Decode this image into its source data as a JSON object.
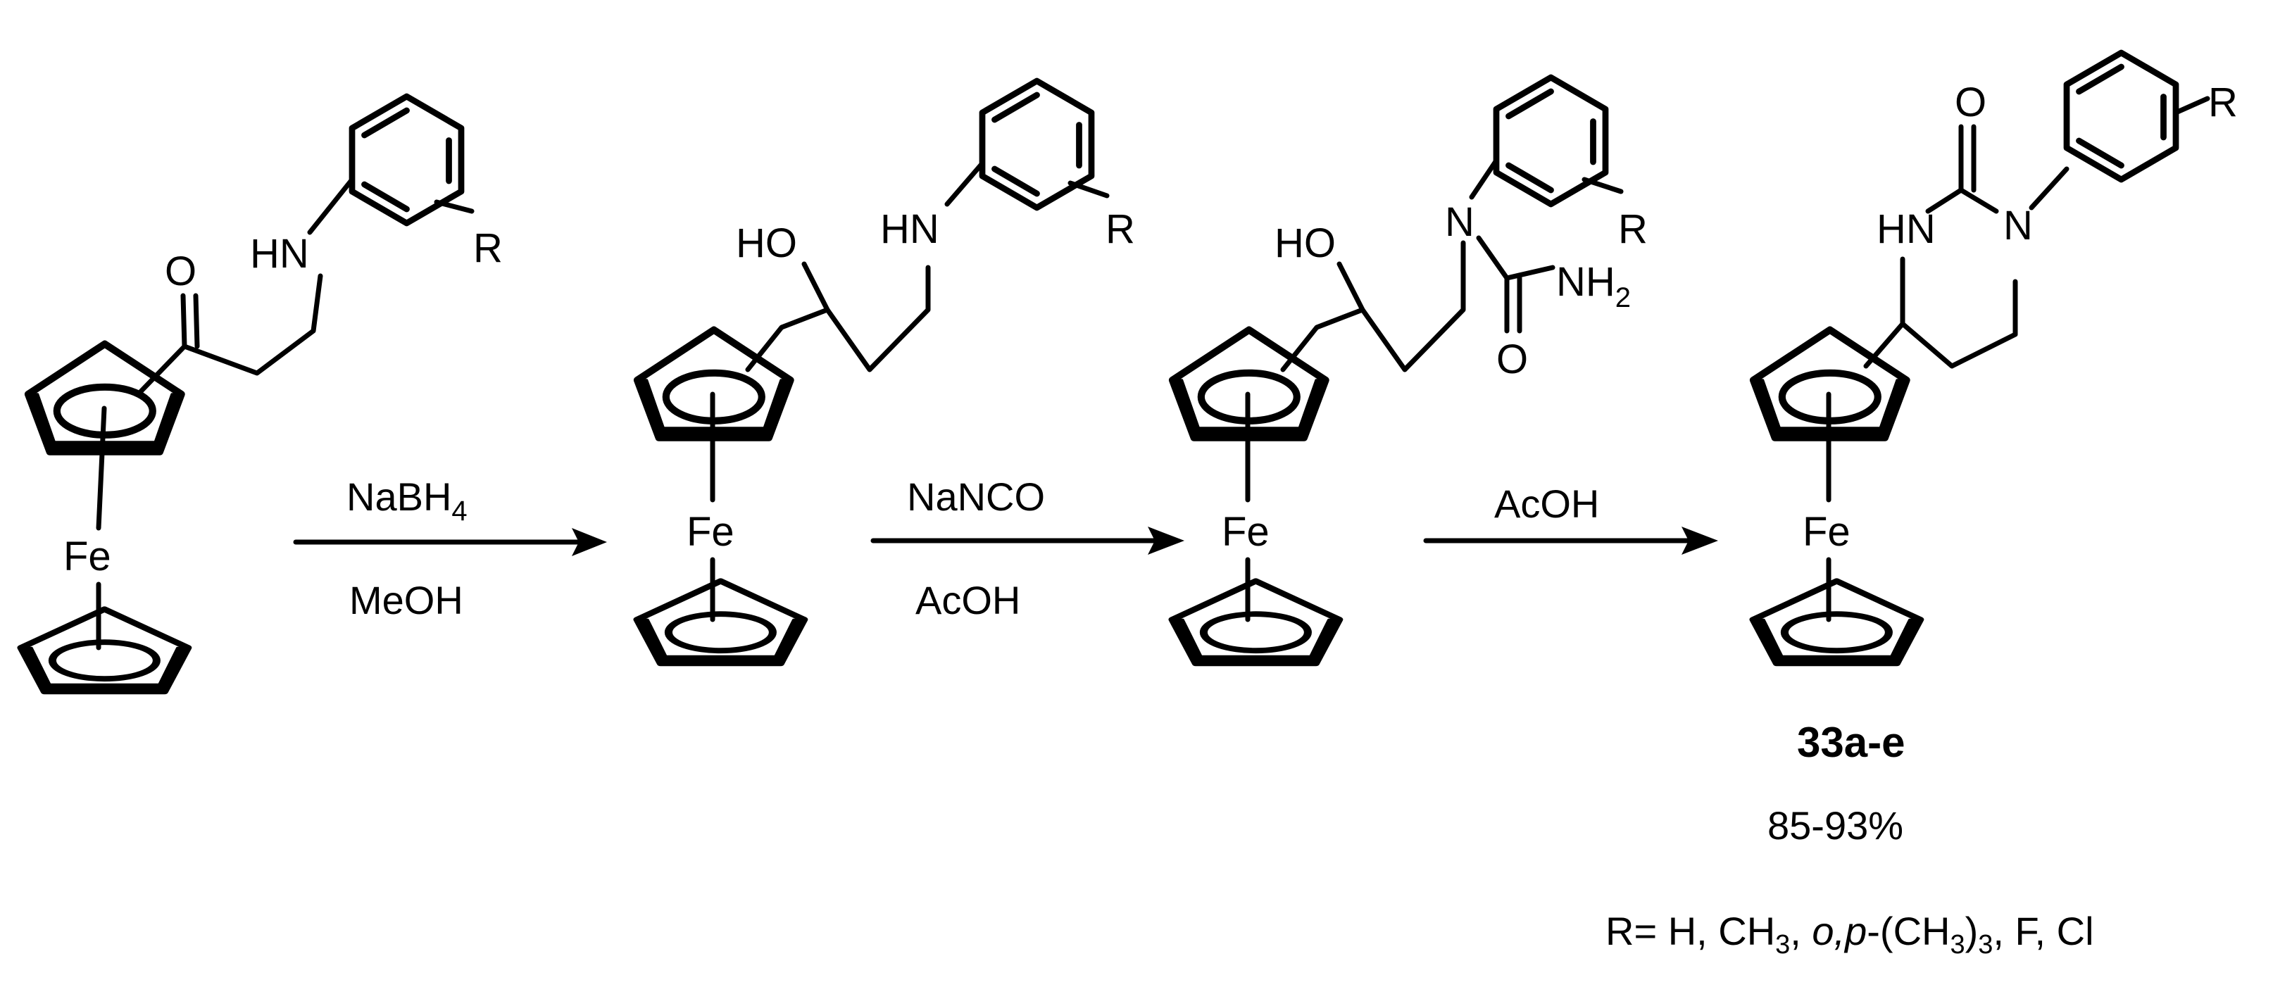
{
  "compounds": [
    {
      "iron": "Fe",
      "nh": "HN",
      "oxo": "O",
      "r": "R"
    },
    {
      "iron": "Fe",
      "nh": "HN",
      "hydroxy": "HO",
      "r": "R"
    },
    {
      "iron": "Fe",
      "n": "N",
      "hydroxy": "HO",
      "oxo": "O",
      "nh2": "NH",
      "nh2_sub": "2",
      "r": "R"
    },
    {
      "iron": "Fe",
      "n": "N",
      "nh": "HN",
      "oxo": "O",
      "r": "R"
    }
  ],
  "steps": [
    {
      "above": "NaBH",
      "above_sub": "4",
      "below": "MeOH"
    },
    {
      "above": "NaNCO",
      "below": "AcOH"
    },
    {
      "above": "AcOH",
      "below": ""
    }
  ],
  "product": {
    "label": "33a-e",
    "yield": "85-93%",
    "substituents": {
      "prefix": "R= H, CH",
      "sub1": "3",
      "mid1": ", ",
      "italic": "o,p",
      "mid2": "-(CH",
      "sub2": "3",
      "mid3": ")",
      "sub3": "3",
      "suffix": ", F,  Cl"
    }
  }
}
